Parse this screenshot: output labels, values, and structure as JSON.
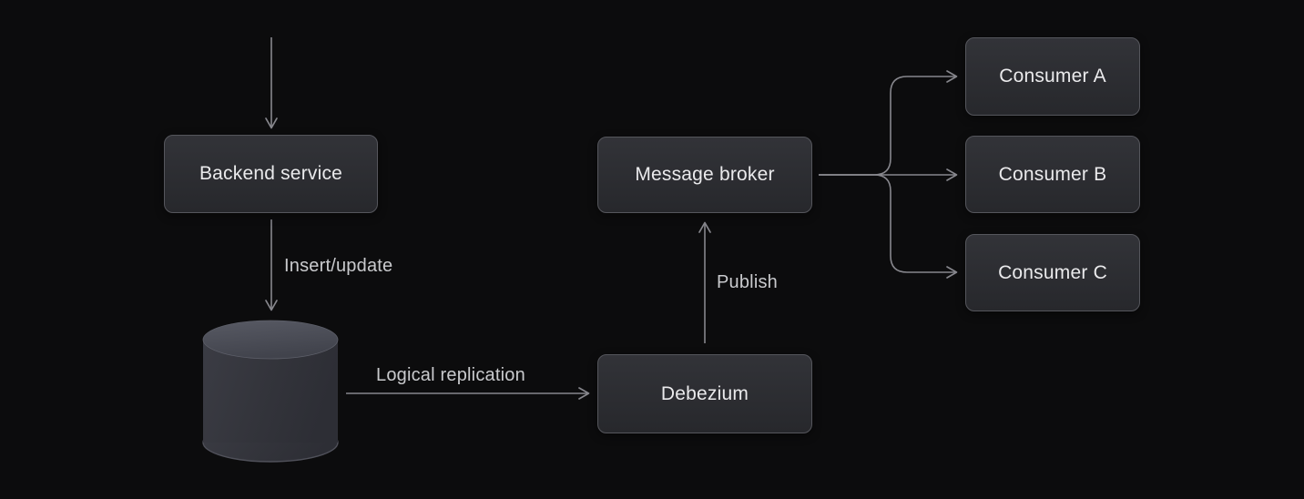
{
  "diagram": {
    "type": "flow-diagram",
    "background_color": "#0c0c0d",
    "node_fill_top": "#323338",
    "node_fill_bottom": "#27282c",
    "node_border_color": "#55565c",
    "node_text_color": "#eaeaec",
    "line_color": "#87878d",
    "edge_label_color": "#c9cacd",
    "nodes": [
      {
        "id": "backend-service",
        "label": "Backend service"
      },
      {
        "id": "message-broker",
        "label": "Message broker"
      },
      {
        "id": "debezium",
        "label": "Debezium"
      },
      {
        "id": "consumer-a",
        "label": "Consumer A"
      },
      {
        "id": "consumer-b",
        "label": "Consumer B"
      },
      {
        "id": "consumer-c",
        "label": "Consumer C"
      },
      {
        "id": "database",
        "icon": "database-cylinder-icon"
      }
    ],
    "edges": [
      {
        "from": "external",
        "to": "backend-service",
        "label": ""
      },
      {
        "from": "backend-service",
        "to": "database",
        "label": "Insert/update"
      },
      {
        "from": "database",
        "to": "debezium",
        "label": "Logical replication"
      },
      {
        "from": "debezium",
        "to": "message-broker",
        "label": "Publish"
      },
      {
        "from": "message-broker",
        "to": "consumer-a",
        "label": ""
      },
      {
        "from": "message-broker",
        "to": "consumer-b",
        "label": ""
      },
      {
        "from": "message-broker",
        "to": "consumer-c",
        "label": ""
      }
    ]
  }
}
